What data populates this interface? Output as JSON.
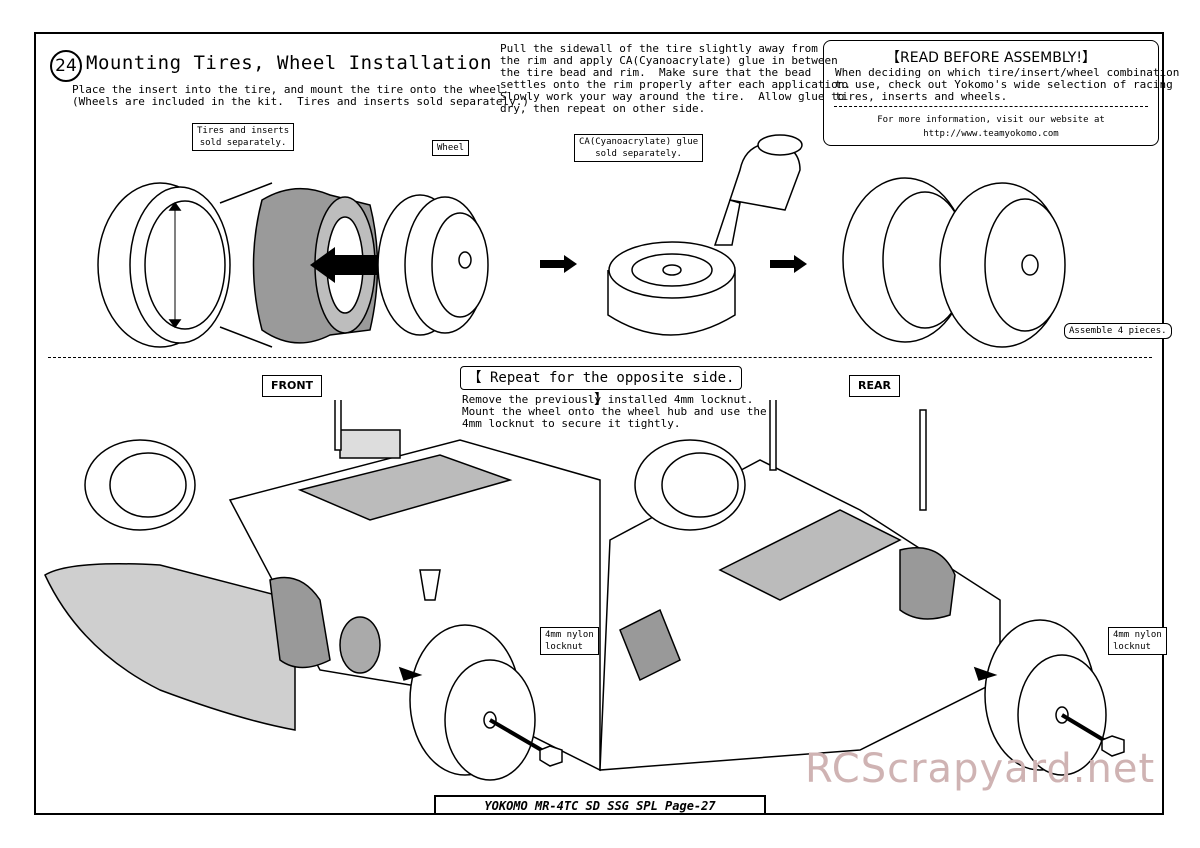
{
  "step": {
    "number": "24",
    "title": "Mounting Tires, Wheel Installation",
    "instruction": "Place the insert into the tire, and mount the tire onto the wheel.\n(Wheels are included in the kit.  Tires and inserts sold separately.)"
  },
  "glue_text": "Pull the sidewall of the tire slightly away from\nthe rim and apply CA(Cyanoacrylate) glue in between\nthe tire bead and rim.  Make sure that the bead\nsettles onto the rim properly after each application.\nSlowly work your way around the tire.  Allow glue to\ndry, then repeat on other side.",
  "read_box": {
    "heading": "【READ BEFORE ASSEMBLY!】",
    "body": "When deciding on which tire/insert/wheel combination\nto use, check out Yokomo's wide selection of racing\ntires, inserts and wheels.",
    "info": "For more information, visit our website at\nhttp://www.teamyokomo.com"
  },
  "labels": {
    "tires_inserts": "Tires and inserts\nsold separately.",
    "wheel": "Wheel",
    "ca_glue": "CA(Cyanoacrylate) glue\nsold separately.",
    "assemble": "Assemble 4 pieces.",
    "front": "FRONT",
    "rear": "REAR",
    "locknut_front": "4mm nylon\nlocknut",
    "locknut_rear": "4mm nylon\nlocknut"
  },
  "repeat": {
    "heading": "【 Repeat for the opposite side. 】",
    "body": "Remove the previously installed 4mm locknut.\nMount the wheel onto the wheel hub and use the\n4mm locknut to secure it tightly."
  },
  "footer": "YOKOMO MR-4TC SD SSG SPL    Page-27",
  "watermark": "RCScrapyard.net"
}
